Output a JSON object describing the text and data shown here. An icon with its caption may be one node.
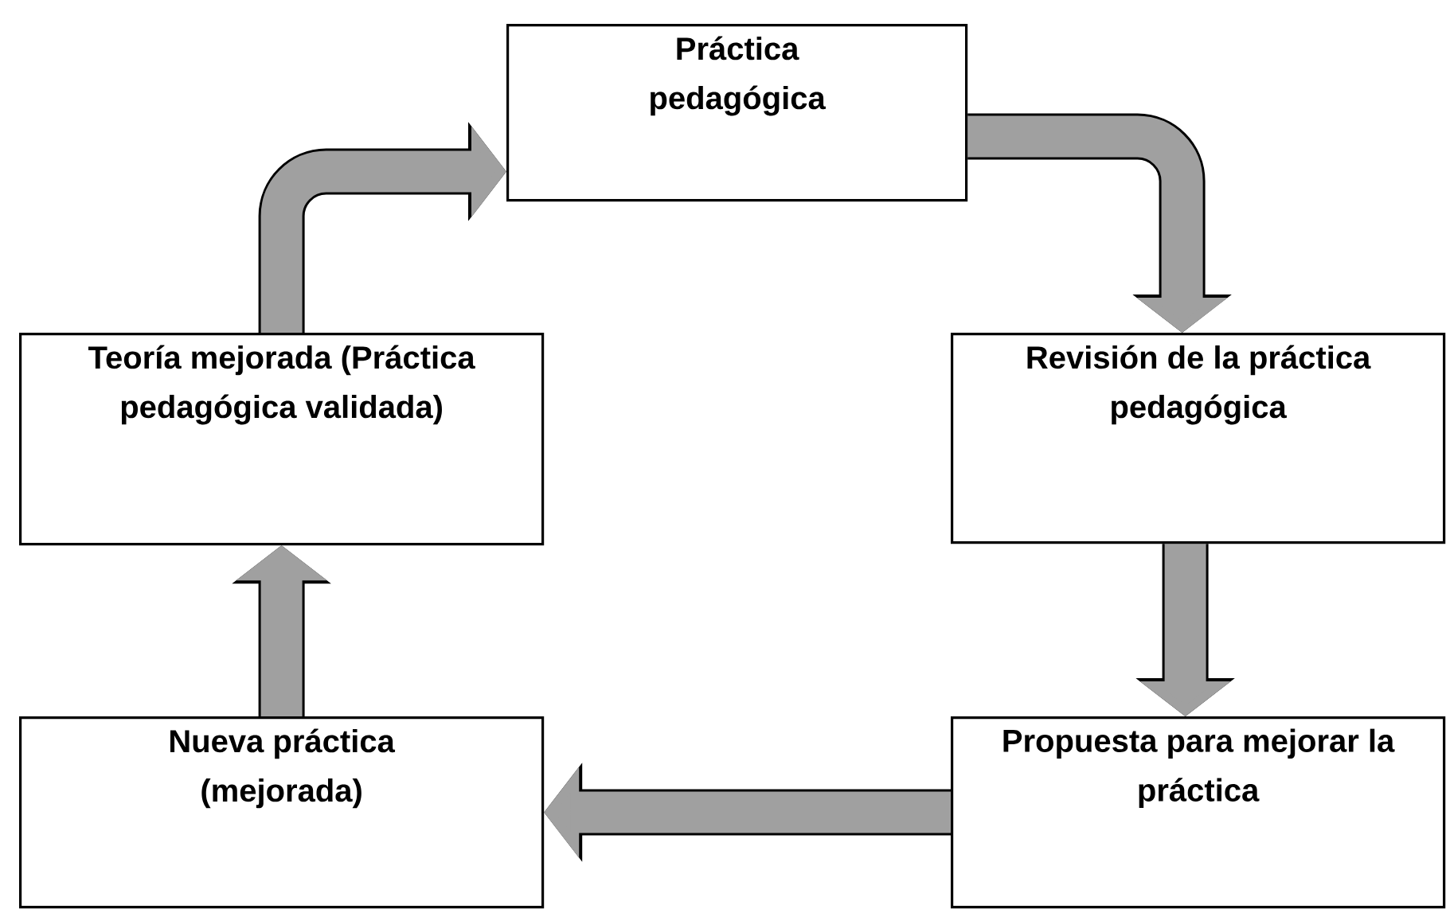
{
  "diagram": {
    "nodes": [
      {
        "text": [
          "Práctica pedagógica"
        ]
      },
      {
        "text": [
          "Revisión de la práctica pedagógica"
        ]
      },
      {
        "text": [
          "Propuesta para mejorar la práctica"
        ]
      },
      {
        "text": [
          "Nueva práctica (mejorada)"
        ]
      },
      {
        "text": [
          "Teoría mejorada (Práctica pedagógica validada)"
        ]
      }
    ],
    "edges": [
      {
        "from": 0,
        "to": 1,
        "arrow": "to"
      },
      {
        "from": 1,
        "to": 2,
        "arrow": "to"
      },
      {
        "from": 2,
        "to": 3,
        "arrow": "to"
      },
      {
        "from": 3,
        "to": 4,
        "arrow": "to"
      },
      {
        "from": 4,
        "to": 0,
        "arrow": "to"
      }
    ]
  }
}
